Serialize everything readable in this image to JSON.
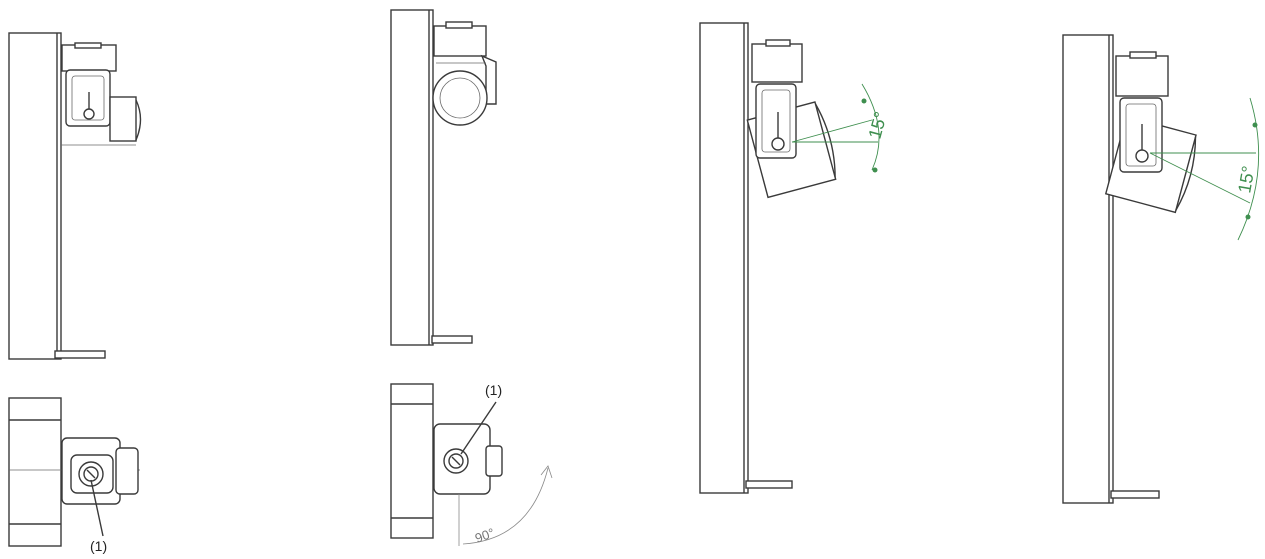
{
  "colors": {
    "outline": "#3a3a3a",
    "dimension_green": "#3f8f4f",
    "dimension_gray": "#8a8a8a"
  },
  "labels": {
    "callout_view1": "(1)",
    "callout_view2": "(1)",
    "angle_rotate": "90°",
    "angle_tilt_up": "15°",
    "angle_tilt_down": "15°"
  }
}
